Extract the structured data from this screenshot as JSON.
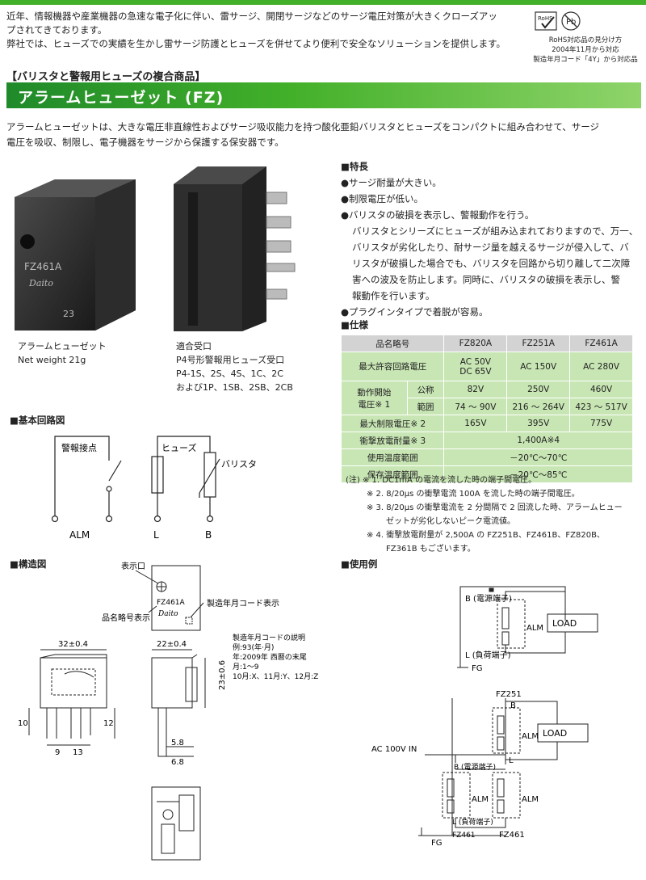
{
  "intro": {
    "line1": "近年、情報機器や産業機器の急速な電子化に伴い、雷サージ、開閉サージなどのサージ電圧対策が大きくクローズアッ",
    "line2": "プされてきております。",
    "line3": "弊社では、ヒューズでの実績を生かし雷サージ防護とヒューズを併せてより便利で安全なソリューションを提供します。"
  },
  "rohs": {
    "badge": "RoHS",
    "pb": "Pb",
    "note1": "RoHS対応品の見分け方",
    "note2": "2004年11月から対応",
    "note3": "製造年月コード「4Y」から対応品"
  },
  "category_heading": "【バリスタと警報用ヒューズの複合商品】",
  "product_title": "アラームヒューゼット (FZ)",
  "description": {
    "line1": "アラームヒューゼットは、大きな電圧非直線性およびサージ吸収能力を持つ酸化亜鉛バリスタとヒューズをコンパクトに組み合わせて、サージ",
    "line2": "電圧を吸収、制限し、電子機器をサージから保護する保安器です。"
  },
  "photo": {
    "label_model": "FZ461A",
    "label_brand": "Daito",
    "label_num": "23"
  },
  "caption1": {
    "line1": "アラームヒューゼット",
    "line2": "Net weight 21g"
  },
  "caption2": {
    "line1": "適合受口",
    "line2": "P4号形警報用ヒューズ受口",
    "line3": "P4-1S、2S、4S、1C、2C",
    "line4": "および1P、1SB、2SB、2CB"
  },
  "features": {
    "heading": "■特長",
    "item1": "●サージ耐量が大きい。",
    "item2": "●制限電圧が低い。",
    "item3": "●バリスタの破損を表示し、警報動作を行う。",
    "sub1": "バリスタとシリーズにヒューズが組み込まれておりますので、万一、",
    "sub2": "バリスタが劣化したり、耐サージ量を越えるサージが侵入して、バ",
    "sub3": "リスタが破損した場合でも、バリスタを回路から切り離して二次障",
    "sub4": "害への波及を防止します。同時に、バリスタの破損を表示し、警",
    "sub5": "報動作を行います。",
    "item4": "●プラグインタイプで着脱が容易。"
  },
  "spec": {
    "heading": "■仕様",
    "col0": "品名略号",
    "col1": "FZ820A",
    "col2": "FZ251A",
    "col3": "FZ461A",
    "r1_label": "最大許容回路電圧",
    "r1_v1a": "AC 50V",
    "r1_v1b": "DC 65V",
    "r1_v2": "AC 150V",
    "r1_v3": "AC 280V",
    "r2_label_a": "動作開始",
    "r2_label_b": "電圧※ 1",
    "r2_sub": "公称",
    "r2_v1": "82V",
    "r2_v2": "250V",
    "r2_v3": "460V",
    "r3_sub": "範囲",
    "r3_v1": "74 ～ 90V",
    "r3_v2": "216 ～ 264V",
    "r3_v3": "423 ～ 517V",
    "r4_label": "最大制限電圧※ 2",
    "r4_v1": "165V",
    "r4_v2": "395V",
    "r4_v3": "775V",
    "r5_label": "衝撃放電耐量※ 3",
    "r5_v": "1,400A※4",
    "r6_label": "使用温度範囲",
    "r6_v": "－20℃～70℃",
    "r7_label": "保存温度範囲",
    "r7_v": "－20℃～85℃"
  },
  "notes": {
    "n1": "(注) ※ 1. DC1mA の電流を流した時の端子間電圧。",
    "n2": "※ 2. 8/20μs の衝撃電流 100A を流した時の端子間電圧。",
    "n3a": "※ 3. 8/20μs の衝撃電流を 2 分間隔で 2 回流した時、アラームヒュー",
    "n3b": "ゼットが劣化しないピーク電流値。",
    "n4a": "※ 4. 衝撃放電耐量が 2,500A の FZ251B、FZ461B、FZ820B、",
    "n4b": "FZ361B もございます。"
  },
  "circuit": {
    "heading": "■基本回路図",
    "alarm_contact": "警報接点",
    "fuse": "ヒューズ",
    "varistor": "バリスタ",
    "alm": "ALM",
    "l": "L",
    "b": "B"
  },
  "structure": {
    "heading": "■構造図",
    "indicator": "表示口",
    "model_label": "FZ461A",
    "brand": "Daito",
    "mfg_code": "製造年月コード表示",
    "name_label": "品名略号表示",
    "code_title": "製造年月コードの説明",
    "code_ex": "例:93(年·月)",
    "code_year": "年:2009年 西暦の末尾",
    "code_month": "月:1～9",
    "code_month2": "10月:X、11月:Y、12月:Z",
    "dim_w1": "32±0.4",
    "dim_w2": "22±0.4",
    "dim_h": "23±0.6",
    "dim_10": "10",
    "dim_12": "12",
    "dim_9": "9",
    "dim_13": "13",
    "dim_58": "5.8",
    "dim_68": "6.8"
  },
  "usage": {
    "heading": "■使用例",
    "b_power": "B (電源端子)",
    "alm": "ALM",
    "l_load": "L (負荷端子)",
    "load": "LOAD",
    "fg": "FG",
    "fz251": "FZ251",
    "b": "B",
    "l": "L",
    "ac_in": "AC 100V IN",
    "b_power2": "B (電源端子)",
    "l_load2": "L (負荷端子)",
    "fz461a": "FZ461",
    "fz461b": "FZ461",
    "fg2": "FG"
  }
}
